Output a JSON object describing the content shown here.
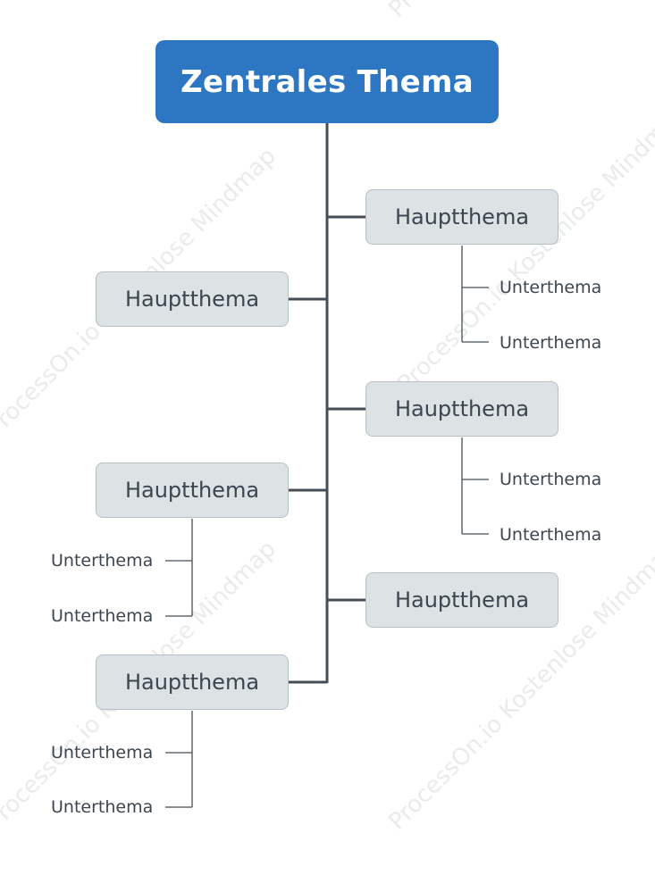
{
  "root": {
    "label": "Zentrales Thema"
  },
  "main_topics": [
    {
      "label": "Hauptthema",
      "subtopics": [
        "Unterthema",
        "Unterthema"
      ]
    },
    {
      "label": "Hauptthema",
      "subtopics": []
    },
    {
      "label": "Hauptthema",
      "subtopics": [
        "Unterthema",
        "Unterthema"
      ]
    },
    {
      "label": "Hauptthema",
      "subtopics": [
        "Unterthema",
        "Unterthema"
      ]
    },
    {
      "label": "Hauptthema",
      "subtopics": []
    },
    {
      "label": "Hauptthema",
      "subtopics": [
        "Unterthema",
        "Unterthema"
      ]
    }
  ],
  "watermark": {
    "text": "ProcessOn.io Kostenlose Mindmap"
  },
  "colors": {
    "root_fill": "#2d77c2",
    "node_fill": "#dde2e4",
    "connector": "#454d55",
    "text": "#3c4650"
  }
}
